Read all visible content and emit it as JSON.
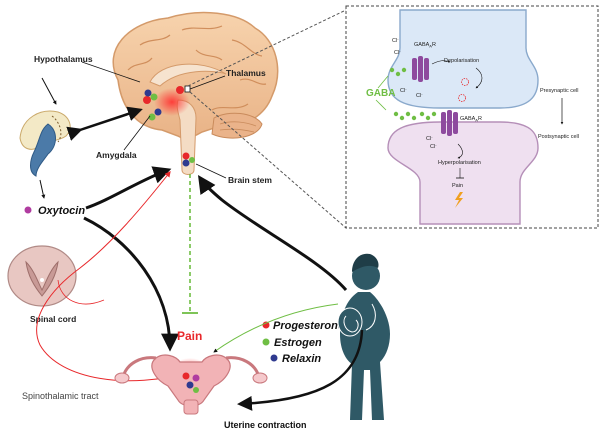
{
  "labels": {
    "hypothalamus": "Hypothalamus",
    "thalamus": "Thalamus",
    "amygdala": "Amygdala",
    "brain_stem": "Brain stem",
    "oxytocin": "Oxytocin",
    "spinal_cord": "Spinal cord",
    "pain": "Pain",
    "progesterone": "Progesterone",
    "estrogen": "Estrogen",
    "relaxin": "Relaxin",
    "spinothalamic_tract": "Spinothalamic tract",
    "uterine_contraction": "Uterine contraction"
  },
  "synapse": {
    "gaba": "GABA",
    "cl": "Cl",
    "cl_sup": "-",
    "gaba_receptor": "GABA",
    "gaba_receptor_sub": "A",
    "gaba_receptor_suffix": "R",
    "depolarisation": "Depolarisation",
    "hyperpolarisation": "Hyperpolarisation",
    "pain": "Pain",
    "presynaptic": "Presynaptic cell",
    "postsynaptic": "Postsynaptic cell"
  },
  "colors": {
    "pain_red": "#e8282b",
    "gaba_green": "#6fbe44",
    "progesterone_red": "#e8282b",
    "estrogen_green": "#6fbe44",
    "relaxin_blue": "#2f3a8f",
    "oxytocin_magenta": "#b03ca0",
    "receptor_purple": "#8e4a9e",
    "presynaptic_fill": "#dbe8f7",
    "postsynaptic_fill": "#efe0f0",
    "brain_fill": "#f2c9a0",
    "woman_teal": "#2f5966"
  }
}
